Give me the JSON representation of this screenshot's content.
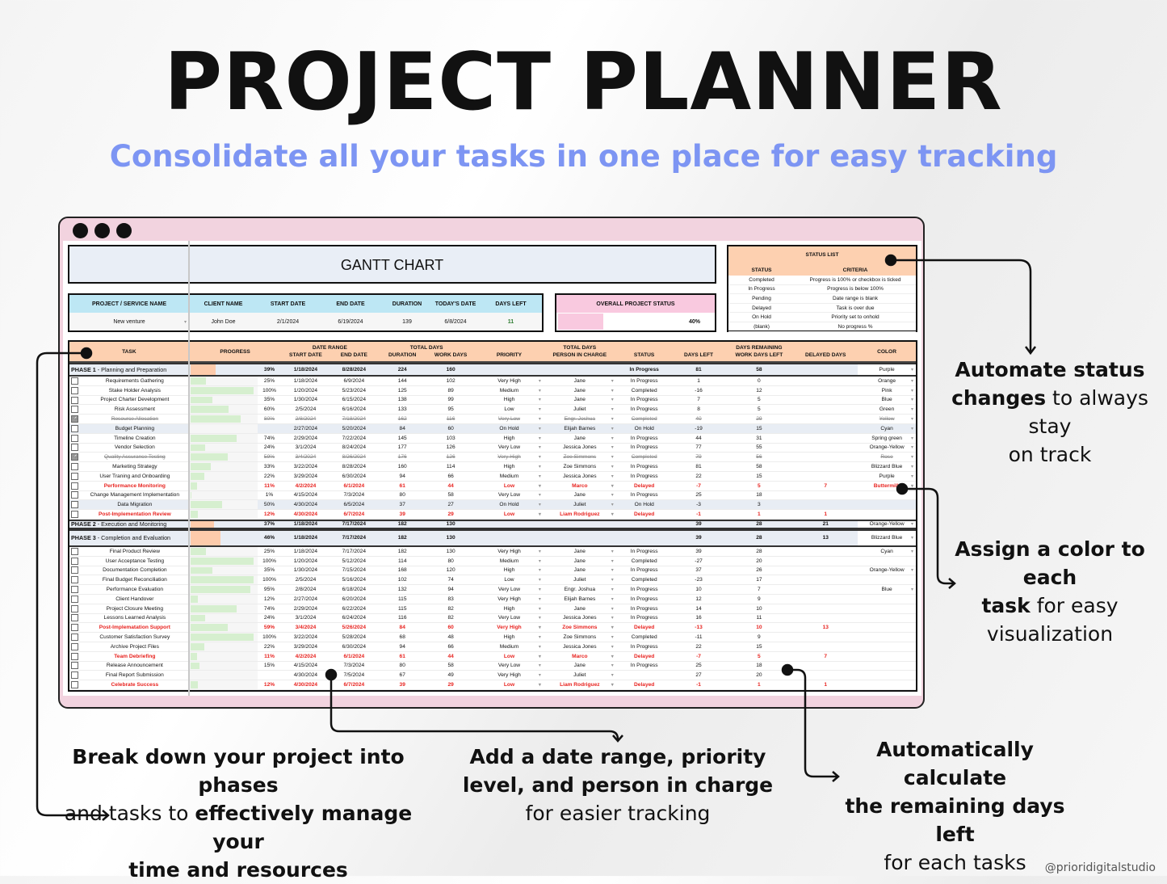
{
  "title": "PROJECT PLANNER",
  "subtitle": "Consolidate all your tasks in one place for easy tracking",
  "credit": "@prioridigitalstudio",
  "colors": {
    "accent": "#7d95f3",
    "header_peach": "#fdd0b0",
    "header_blue": "#bde7f4",
    "header_pink": "#f9c9df",
    "delayed": "#e8231f",
    "progress_bar": "#d6efcf",
    "window": "#f2d3df"
  },
  "sheet": {
    "gantt_title": "GANTT CHART",
    "info": {
      "headers": [
        "PROJECT / SERVICE NAME",
        "CLIENT NAME",
        "START DATE",
        "END DATE",
        "DURATION",
        "TODAY'S DATE",
        "DAYS LEFT"
      ],
      "values": [
        "New venture",
        "John Doe",
        "2/1/2024",
        "6/19/2024",
        "139",
        "6/8/2024",
        "11"
      ]
    },
    "overall": {
      "label": "OVERALL PROJECT STATUS",
      "value": "40%",
      "progress": 0.4
    },
    "status_list": {
      "title": "STATUS LIST",
      "col_status": "STATUS",
      "col_criteria": "CRITERIA",
      "rows": [
        [
          "Completed",
          "Progress is 100% or checkbox is ticked"
        ],
        [
          "In Progress",
          "Progress is below 100%"
        ],
        [
          "Pending",
          "Date range is blank"
        ],
        [
          "Delayed",
          "Task is over due"
        ],
        [
          "On Hold",
          "Priority set to onhold"
        ],
        [
          "(blank)",
          "No progress %"
        ]
      ]
    },
    "headers": {
      "task": "TASK",
      "progress": "PROGRESS",
      "date_range": "DATE RANGE",
      "start": "START DATE",
      "end": "END DATE",
      "total_days": "TOTAL DAYS",
      "duration": "DURATION",
      "work_days": "WORK DAYS",
      "priority": "PRIORITY",
      "total_days2": "TOTAL DAYS",
      "person": "PERSON IN CHARGE",
      "status": "STATUS",
      "days_left": "DAYS LEFT",
      "days_remaining": "DAYS REMAINING",
      "wd_left": "WORK DAYS LEFT",
      "delayed": "DELAYED DAYS",
      "color": "COLOR"
    },
    "phases": [
      {
        "phase": "PHASE 1",
        "name": " - Planning and Preparation",
        "progress": "39%",
        "start": "1/18/2024",
        "end": "8/28/2024",
        "duration": "224",
        "work_days": "160",
        "status": "In Progress",
        "days_left": "81",
        "wd_left": "58",
        "delayed": "",
        "color": "Purple",
        "tasks": [
          {
            "done": false,
            "name": "Requirements Gathering",
            "progress": "25%",
            "start": "1/18/2024",
            "end": "6/9/2024",
            "duration": "144",
            "work_days": "102",
            "priority": "Very High",
            "person": "Jane",
            "status": "In Progress",
            "days_left": "1",
            "wd_left": "0",
            "delayed": "",
            "color": "Orange"
          },
          {
            "done": false,
            "name": "Stake Holder Analysis",
            "progress": "100%",
            "start": "1/20/2024",
            "end": "5/23/2024",
            "duration": "125",
            "work_days": "89",
            "priority": "Medium",
            "person": "Jane",
            "status": "Completed",
            "days_left": "-16",
            "wd_left": "12",
            "delayed": "",
            "color": "Pink"
          },
          {
            "done": false,
            "name": "Project Charter Development",
            "progress": "35%",
            "start": "1/30/2024",
            "end": "6/15/2024",
            "duration": "138",
            "work_days": "99",
            "priority": "High",
            "person": "Jane",
            "status": "In Progress",
            "days_left": "7",
            "wd_left": "5",
            "delayed": "",
            "color": "Blue"
          },
          {
            "done": false,
            "name": "Risk Assessment",
            "progress": "60%",
            "start": "2/5/2024",
            "end": "6/16/2024",
            "duration": "133",
            "work_days": "95",
            "priority": "Low",
            "person": "Juliet",
            "status": "In Progress",
            "days_left": "8",
            "wd_left": "5",
            "delayed": "",
            "color": "Green"
          },
          {
            "done": true,
            "name": "Resource Allocation",
            "progress": "80%",
            "start": "2/8/2024",
            "end": "7/18/2024",
            "duration": "162",
            "work_days": "116",
            "priority": "Very Low",
            "person": "Engr. Joshua",
            "status": "Completed",
            "days_left": "40",
            "wd_left": "29",
            "delayed": "",
            "color": "Yellow"
          },
          {
            "done": false,
            "name": "Budget Planning",
            "progress": "",
            "start": "2/27/2024",
            "end": "5/20/2024",
            "duration": "84",
            "work_days": "60",
            "priority": "On Hold",
            "person": "Elijah Barnes",
            "status": "On Hold",
            "days_left": "-19",
            "wd_left": "15",
            "delayed": "",
            "color": "Cyan"
          },
          {
            "done": false,
            "name": "Timeline Creation",
            "progress": "74%",
            "start": "2/29/2024",
            "end": "7/22/2024",
            "duration": "145",
            "work_days": "103",
            "priority": "High",
            "person": "Jane",
            "status": "In Progress",
            "days_left": "44",
            "wd_left": "31",
            "delayed": "",
            "color": "Spring green"
          },
          {
            "done": false,
            "name": "Vendor Selection",
            "progress": "24%",
            "start": "3/1/2024",
            "end": "8/24/2024",
            "duration": "177",
            "work_days": "126",
            "priority": "Very Low",
            "person": "Jessica Jones",
            "status": "In Progress",
            "days_left": "77",
            "wd_left": "55",
            "delayed": "",
            "color": "Orange-Yellow"
          },
          {
            "done": true,
            "name": "Quality Assurance Testing",
            "progress": "59%",
            "start": "3/4/2024",
            "end": "8/26/2024",
            "duration": "176",
            "work_days": "126",
            "priority": "Very High",
            "person": "Zoe Simmons",
            "status": "Completed",
            "days_left": "79",
            "wd_left": "56",
            "delayed": "",
            "color": "Rose"
          },
          {
            "done": false,
            "name": "Marketing Strategy",
            "progress": "33%",
            "start": "3/22/2024",
            "end": "8/28/2024",
            "duration": "160",
            "work_days": "114",
            "priority": "High",
            "person": "Zoe Simmons",
            "status": "In Progress",
            "days_left": "81",
            "wd_left": "58",
            "delayed": "",
            "color": "Blizzard Blue"
          },
          {
            "done": false,
            "name": "User Traning and Onboarding",
            "progress": "22%",
            "start": "3/29/2024",
            "end": "6/30/2024",
            "duration": "94",
            "work_days": "66",
            "priority": "Medium",
            "person": "Jessica Jones",
            "status": "In Progress",
            "days_left": "22",
            "wd_left": "15",
            "delayed": "",
            "color": "Purple"
          },
          {
            "done": false,
            "name": "Performance Monitoring",
            "progress": "11%",
            "start": "4/2/2024",
            "end": "6/1/2024",
            "duration": "61",
            "work_days": "44",
            "priority": "Low",
            "person": "Marco",
            "status": "Delayed",
            "days_left": "-7",
            "wd_left": "5",
            "delayed": "7",
            "color": "Buttermilk"
          },
          {
            "done": false,
            "name": "Change Management Implementation",
            "progress": "1%",
            "start": "4/15/2024",
            "end": "7/3/2024",
            "duration": "80",
            "work_days": "58",
            "priority": "Very Low",
            "person": "Jane",
            "status": "In Progress",
            "days_left": "25",
            "wd_left": "18",
            "delayed": "",
            "color": ""
          },
          {
            "done": false,
            "name": "Data Migration",
            "progress": "50%",
            "start": "4/30/2024",
            "end": "6/5/2024",
            "duration": "37",
            "work_days": "27",
            "priority": "On Hold",
            "person": "Juliet",
            "status": "On Hold",
            "days_left": "-3",
            "wd_left": "3",
            "delayed": "",
            "color": ""
          },
          {
            "done": false,
            "name": "Post-Implementation Review",
            "progress": "12%",
            "start": "4/30/2024",
            "end": "6/7/2024",
            "duration": "39",
            "work_days": "29",
            "priority": "Low",
            "person": "Liam Rodriguez",
            "status": "Delayed",
            "days_left": "-1",
            "wd_left": "1",
            "delayed": "1",
            "color": ""
          }
        ]
      },
      {
        "phase": "PHASE 2",
        "name": " - Execution and Monitoring",
        "progress": "37%",
        "start": "1/18/2024",
        "end": "7/17/2024",
        "duration": "182",
        "work_days": "130",
        "status": "",
        "days_left": "39",
        "wd_left": "28",
        "delayed": "21",
        "color": "Orange-Yellow",
        "tasks": []
      },
      {
        "phase": "PHASE 3",
        "name": " - Completion and Evaluation",
        "progress": "46%",
        "start": "1/18/2024",
        "end": "7/17/2024",
        "duration": "182",
        "work_days": "130",
        "status": "",
        "days_left": "39",
        "wd_left": "28",
        "delayed": "13",
        "color": "Blizzard Blue",
        "tasks": [
          {
            "done": false,
            "name": "Final Product Review",
            "progress": "25%",
            "start": "1/18/2024",
            "end": "7/17/2024",
            "duration": "182",
            "work_days": "130",
            "priority": "Very High",
            "person": "Jane",
            "status": "In Progress",
            "days_left": "39",
            "wd_left": "28",
            "delayed": "",
            "color": "Cyan"
          },
          {
            "done": false,
            "name": "User Acceptance Testing",
            "progress": "100%",
            "start": "1/20/2024",
            "end": "5/12/2024",
            "duration": "114",
            "work_days": "80",
            "priority": "Medium",
            "person": "Jane",
            "status": "Completed",
            "days_left": "-27",
            "wd_left": "20",
            "delayed": "",
            "color": ""
          },
          {
            "done": false,
            "name": "Documentation Completion",
            "progress": "35%",
            "start": "1/30/2024",
            "end": "7/15/2024",
            "duration": "168",
            "work_days": "120",
            "priority": "High",
            "person": "Jane",
            "status": "In Progress",
            "days_left": "37",
            "wd_left": "26",
            "delayed": "",
            "color": "Orange-Yellow"
          },
          {
            "done": false,
            "name": "Final Budget Reconciliation",
            "progress": "100%",
            "start": "2/5/2024",
            "end": "5/16/2024",
            "duration": "102",
            "work_days": "74",
            "priority": "Low",
            "person": "Juliet",
            "status": "Completed",
            "days_left": "-23",
            "wd_left": "17",
            "delayed": "",
            "color": ""
          },
          {
            "done": false,
            "name": "Performance Evaluation",
            "progress": "95%",
            "start": "2/8/2024",
            "end": "6/18/2024",
            "duration": "132",
            "work_days": "94",
            "priority": "Very Low",
            "person": "Engr. Joshua",
            "status": "In Progress",
            "days_left": "10",
            "wd_left": "7",
            "delayed": "",
            "color": "Blue"
          },
          {
            "done": false,
            "name": "Client Handover",
            "progress": "12%",
            "start": "2/27/2024",
            "end": "6/20/2024",
            "duration": "115",
            "work_days": "83",
            "priority": "Very High",
            "person": "Elijah Barnes",
            "status": "In Progress",
            "days_left": "12",
            "wd_left": "9",
            "delayed": "",
            "color": ""
          },
          {
            "done": false,
            "name": "Project Closure Meeting",
            "progress": "74%",
            "start": "2/29/2024",
            "end": "6/22/2024",
            "duration": "115",
            "work_days": "82",
            "priority": "High",
            "person": "Jane",
            "status": "In Progress",
            "days_left": "14",
            "wd_left": "10",
            "delayed": "",
            "color": ""
          },
          {
            "done": false,
            "name": "Lessons Learned Analysis",
            "progress": "24%",
            "start": "3/1/2024",
            "end": "6/24/2024",
            "duration": "116",
            "work_days": "82",
            "priority": "Very Low",
            "person": "Jessica Jones",
            "status": "In Progress",
            "days_left": "16",
            "wd_left": "11",
            "delayed": "",
            "color": ""
          },
          {
            "done": false,
            "name": "Post-Implematation Support",
            "progress": "59%",
            "start": "3/4/2024",
            "end": "5/26/2024",
            "duration": "84",
            "work_days": "60",
            "priority": "Very High",
            "person": "Zoe Simmons",
            "status": "Delayed",
            "days_left": "-13",
            "wd_left": "10",
            "delayed": "13",
            "color": ""
          },
          {
            "done": false,
            "name": "Customer Satisfaction Survey",
            "progress": "100%",
            "start": "3/22/2024",
            "end": "5/28/2024",
            "duration": "68",
            "work_days": "48",
            "priority": "High",
            "person": "Zoe Simmons",
            "status": "Completed",
            "days_left": "-11",
            "wd_left": "9",
            "delayed": "",
            "color": ""
          },
          {
            "done": false,
            "name": "Archive Project Files",
            "progress": "22%",
            "start": "3/29/2024",
            "end": "6/30/2024",
            "duration": "94",
            "work_days": "66",
            "priority": "Medium",
            "person": "Jessica Jones",
            "status": "In Progress",
            "days_left": "22",
            "wd_left": "15",
            "delayed": "",
            "color": ""
          },
          {
            "done": false,
            "name": "Team Debriefing",
            "progress": "11%",
            "start": "4/2/2024",
            "end": "6/1/2024",
            "duration": "61",
            "work_days": "44",
            "priority": "Low",
            "person": "Marco",
            "status": "Delayed",
            "days_left": "-7",
            "wd_left": "5",
            "delayed": "7",
            "color": ""
          },
          {
            "done": false,
            "name": "Release Announcement",
            "progress": "15%",
            "start": "4/15/2024",
            "end": "7/3/2024",
            "duration": "80",
            "work_days": "58",
            "priority": "Very Low",
            "person": "Jane",
            "status": "In Progress",
            "days_left": "25",
            "wd_left": "18",
            "delayed": "",
            "color": ""
          },
          {
            "done": false,
            "name": "Final Report Submission",
            "progress": "",
            "start": "4/30/2024",
            "end": "7/5/2024",
            "duration": "67",
            "work_days": "49",
            "priority": "Very High",
            "person": "Juliet",
            "status": "",
            "days_left": "27",
            "wd_left": "20",
            "delayed": "",
            "color": ""
          },
          {
            "done": false,
            "name": "Celebrate Success",
            "progress": "12%",
            "start": "4/30/2024",
            "end": "6/7/2024",
            "duration": "39",
            "work_days": "29",
            "priority": "Low",
            "person": "Liam Rodriguez",
            "status": "Delayed",
            "days_left": "-1",
            "wd_left": "1",
            "delayed": "1",
            "color": ""
          }
        ]
      }
    ]
  },
  "callouts": {
    "status": [
      [
        {
          "t": "Automate status",
          "b": true
        }
      ],
      [
        {
          "t": "changes",
          "b": true
        },
        {
          "t": " to always stay",
          "b": false
        }
      ],
      [
        {
          "t": "on track",
          "b": false
        }
      ]
    ],
    "color": [
      [
        {
          "t": "Assign a color to each",
          "b": true
        }
      ],
      [
        {
          "t": "task",
          "b": true
        },
        {
          "t": " for easy",
          "b": false
        }
      ],
      [
        {
          "t": "visualization",
          "b": false
        }
      ]
    ],
    "phases": [
      [
        {
          "t": "Break down your project into phases",
          "b": true
        }
      ],
      [
        {
          "t": "and tasks to ",
          "b": false
        },
        {
          "t": "effectively manage your",
          "b": true
        }
      ],
      [
        {
          "t": "time and resources",
          "b": true
        }
      ]
    ],
    "dates": [
      [
        {
          "t": "Add a date range, priority",
          "b": true
        }
      ],
      [
        {
          "t": "level, and person in charge",
          "b": true
        }
      ],
      [
        {
          "t": "for easier tracking",
          "b": false
        }
      ]
    ],
    "remaining": [
      [
        {
          "t": "Automatically calculate",
          "b": true
        }
      ],
      [
        {
          "t": "the remaining days left",
          "b": true
        }
      ],
      [
        {
          "t": "for each tasks",
          "b": false
        }
      ]
    ]
  }
}
